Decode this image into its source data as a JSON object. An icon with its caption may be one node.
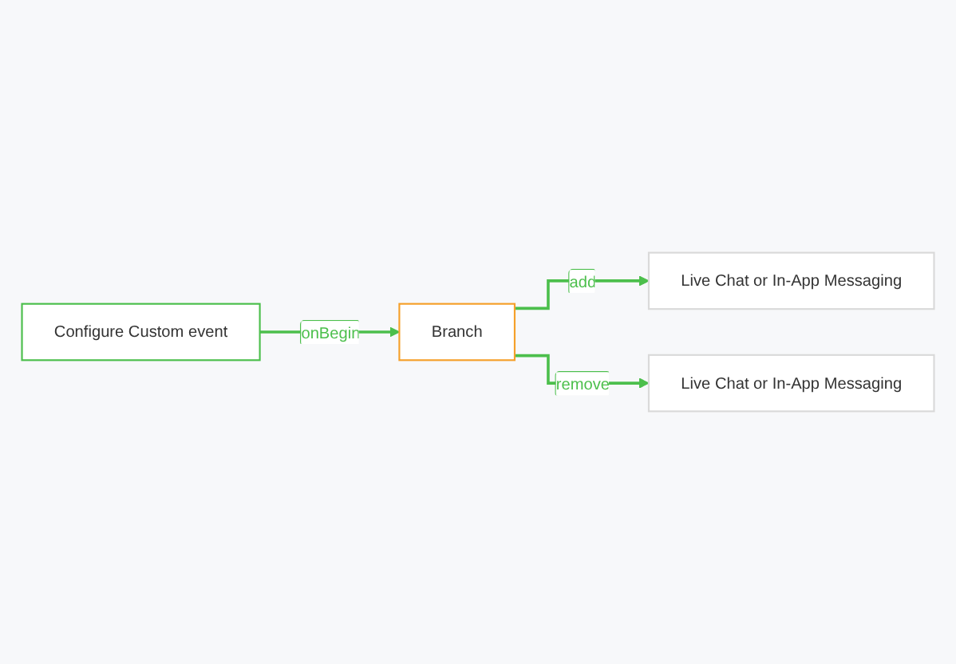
{
  "diagram": {
    "nodes": [
      {
        "text": [
          "Configure Custom event"
        ]
      },
      {
        "text": [
          "Branch"
        ]
      },
      {
        "text": [
          "Live Chat or In-App Messaging"
        ]
      },
      {
        "text": [
          "Live Chat or In-App Messaging"
        ]
      }
    ],
    "edges": [
      {
        "from": 0,
        "to": 1,
        "arrow": "to",
        "label": "onBegin"
      },
      {
        "from": 1,
        "to": 2,
        "arrow": "to",
        "label": "add"
      },
      {
        "from": 1,
        "to": 3,
        "arrow": "to",
        "label": "remove"
      }
    ]
  }
}
